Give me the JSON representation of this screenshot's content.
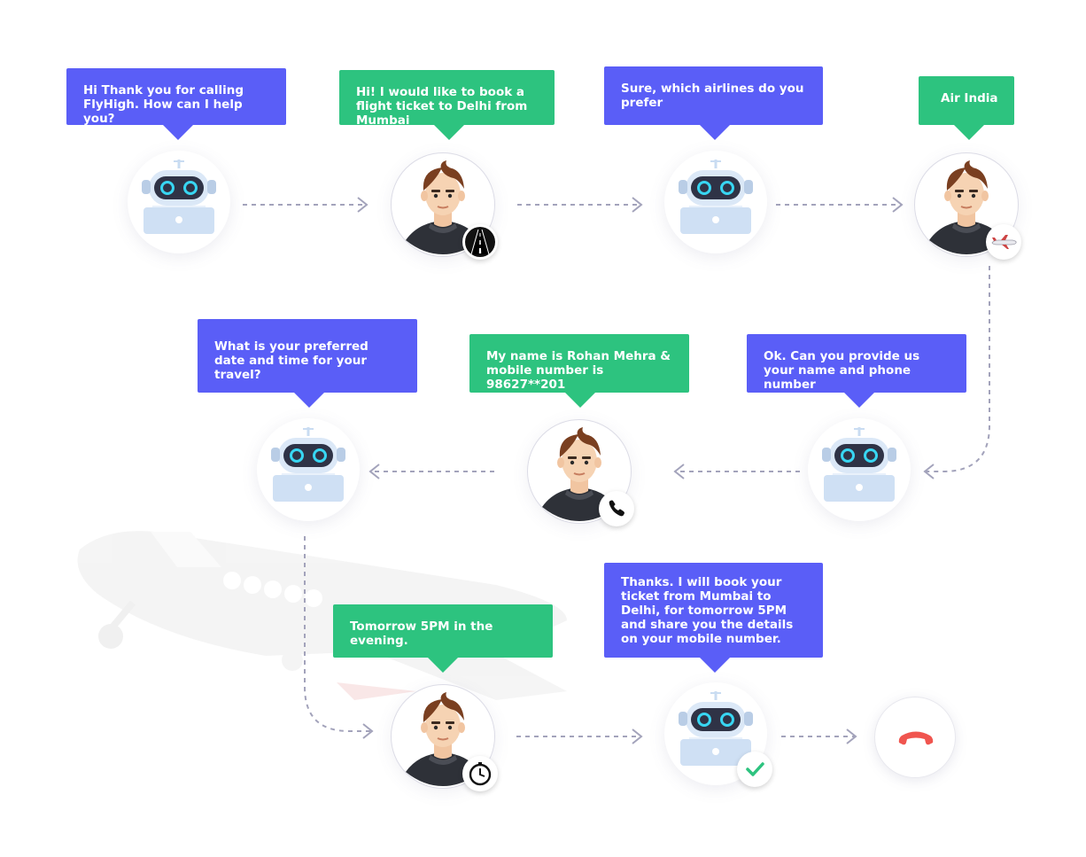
{
  "colors": {
    "bot": "#5a5ef7",
    "user": "#2dc37f",
    "arrow": "#a3a3bb",
    "hangup": "#f0554f"
  },
  "messages": {
    "m1": "Hi Thank you for calling FlyHigh. How can I help you?",
    "m2": "Hi! I would like to book a flight ticket to Delhi from Mumbai",
    "m3": "Sure, which airlines do you prefer",
    "m4": "Air India",
    "m5": "Ok. Can you provide us your name and phone number",
    "m6": "My name is Rohan Mehra & mobile number is 98627**201",
    "m7": "What is your preferred date and time for your travel?",
    "m8": "Tomorrow 5PM in the evening.",
    "m9": "Thanks. I will book your ticket from Mumbai to Delhi, for tomorrow 5PM and share you the details on your mobile number."
  },
  "icons": {
    "bot": "robot-icon",
    "user": "user-avatar-icon",
    "route": "road-icon",
    "airline": "airplane-icon",
    "phone": "phone-icon",
    "time": "clock-icon",
    "done": "checkmark-icon",
    "end": "hang-up-icon"
  }
}
